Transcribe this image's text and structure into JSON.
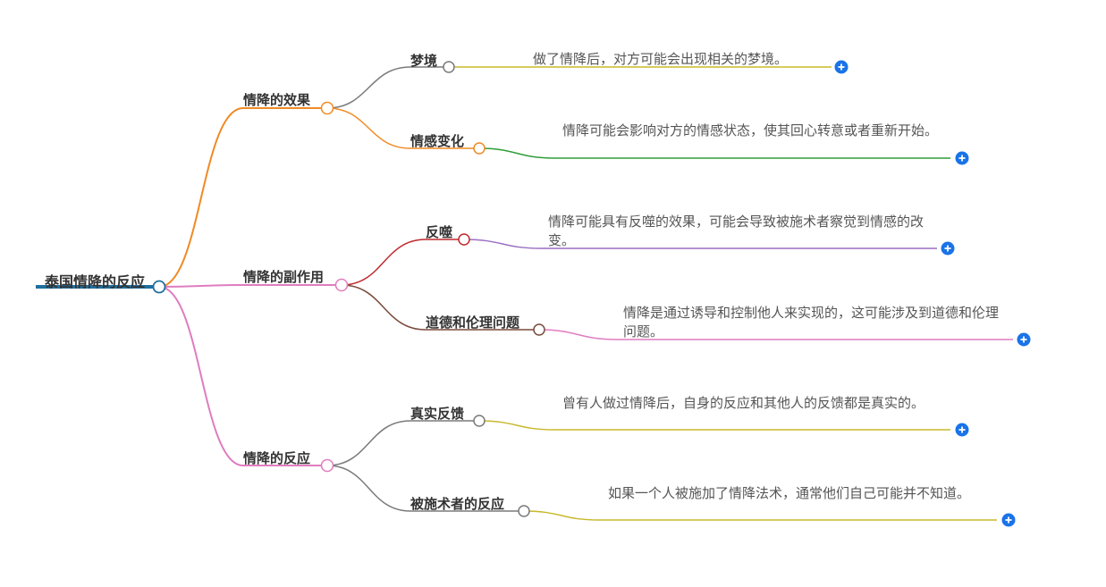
{
  "root": {
    "label": "泰国情降的反应",
    "color": "#1f6f9f"
  },
  "branches": [
    {
      "label": "情降的效果",
      "color": "#f08a24",
      "children": [
        {
          "label": "梦境",
          "color": "#7a7a7a",
          "leaf_color": "#c8b82a",
          "text": "做了情降后，对方可能会出现相关的梦境。"
        },
        {
          "label": "情感变化",
          "color": "#f08a24",
          "leaf_color": "#2e9e3a",
          "text": "情降可能会影响对方的情感状态，使其回心转意或者重新开始。"
        }
      ]
    },
    {
      "label": "情降的副作用",
      "color": "#e07cc0",
      "children": [
        {
          "label": "反噬",
          "color": "#c0282d",
          "leaf_color": "#9a6fc4",
          "text": "情降可能具有反噬的效果，可能会导致被施术者察觉到情感的改变。"
        },
        {
          "label": "道德和伦理问题",
          "color": "#7a4a3c",
          "leaf_color": "#e07cc0",
          "text": "情降是通过诱导和控制他人来实现的，这可能涉及到道德和伦理问题。"
        }
      ]
    },
    {
      "label": "情降的反应",
      "color": "#e07cc0",
      "children": [
        {
          "label": "真实反馈",
          "color": "#7a7a7a",
          "leaf_color": "#c8b82a",
          "text": "曾有人做过情降后，自身的反应和其他人的反馈都是真实的。"
        },
        {
          "label": "被施术者的反应",
          "color": "#7a7a7a",
          "leaf_color": "#c8b82a",
          "text": "如果一个人被施加了情降法术，通常他们自己可能并不知道。"
        }
      ]
    }
  ],
  "expand_color": "#1a73e8"
}
